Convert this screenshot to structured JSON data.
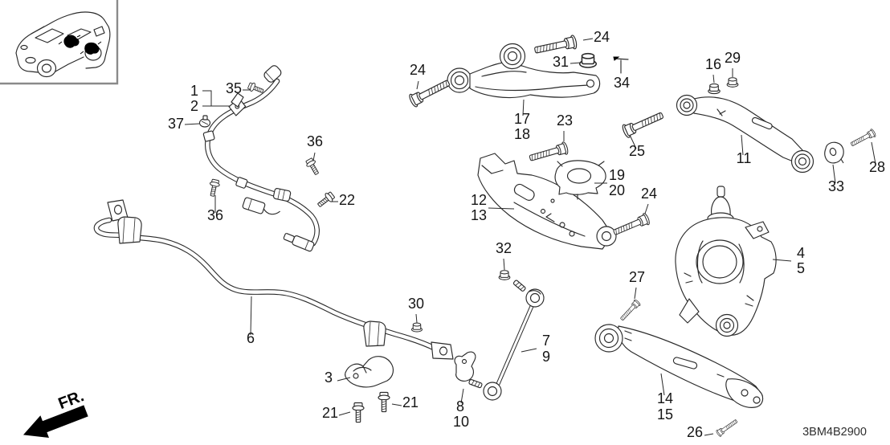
{
  "diagram": {
    "code": "3BM4B2900",
    "fr_label": "FR.",
    "line_color": "#2a2a2a",
    "background": "#ffffff"
  },
  "callouts": {
    "n1": "1",
    "n2": "2",
    "n35": "35",
    "n37": "37",
    "n36a": "36",
    "n36b": "36",
    "n22": "22",
    "n24a": "24",
    "n24b": "24",
    "n24c": "24",
    "n31": "31",
    "n34": "34",
    "n16": "16",
    "n29": "29",
    "n17": "17",
    "n18": "18",
    "n23": "23",
    "n25": "25",
    "n11": "11",
    "n28": "28",
    "n33": "33",
    "n19": "19",
    "n20": "20",
    "n12": "12",
    "n13": "13",
    "n32": "32",
    "n27": "27",
    "n4": "4",
    "n5": "5",
    "n30": "30",
    "n6": "6",
    "n3": "3",
    "n21a": "21",
    "n21b": "21",
    "n8": "8",
    "n10": "10",
    "n7": "7",
    "n9": "9",
    "n14": "14",
    "n15": "15",
    "n26": "26"
  }
}
